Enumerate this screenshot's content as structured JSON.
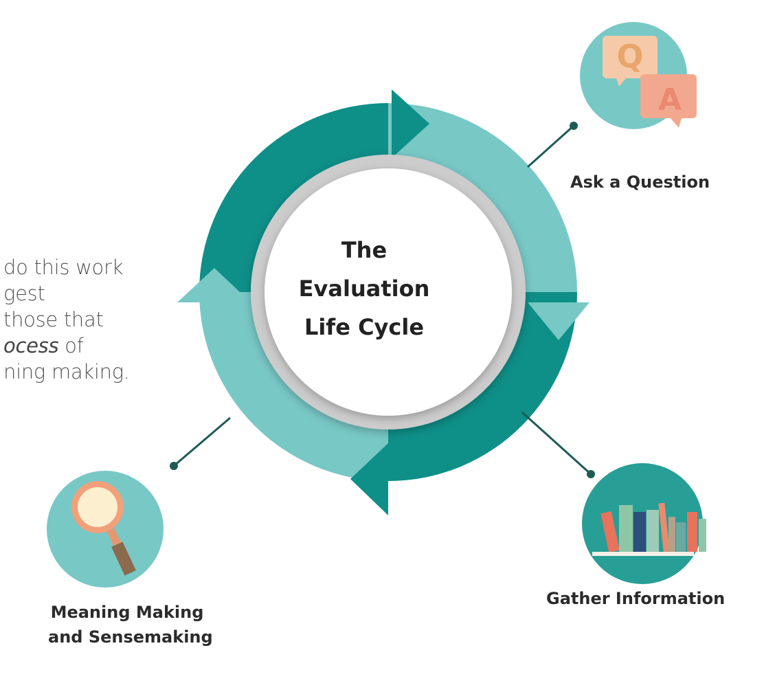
{
  "center": {
    "title_lines": [
      "The",
      "Evaluation",
      "Life Cycle"
    ]
  },
  "left_text": {
    "lines": [
      "do this work",
      "gest",
      "those that",
      "ocess",
      "of",
      "ning making."
    ]
  },
  "stages": {
    "ask": {
      "label": "Ask a Question",
      "icon": "qa-speech-bubbles-icon"
    },
    "gather": {
      "label": "Gather Information",
      "icon": "bookshelf-icon"
    },
    "meaning": {
      "label_lines": [
        "Meaning Making",
        "and Sensemaking"
      ],
      "icon": "magnifying-glass-icon"
    }
  },
  "colors": {
    "dark_teal": "#0e8f88",
    "light_teal": "#78c8c6",
    "gray": "#cccccc",
    "connector": "#1f5b55"
  }
}
